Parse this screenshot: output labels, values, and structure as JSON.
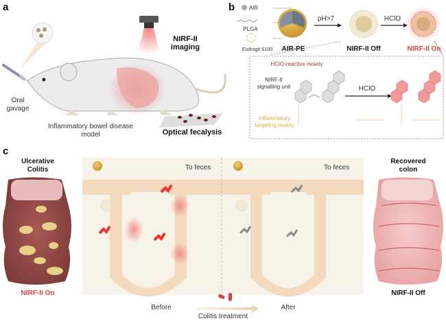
{
  "figure": {
    "panels": {
      "a": {
        "letter": "a",
        "labels": {
          "oral_gavage": "Oral gavage",
          "oral": "Oral",
          "gavage": "gavage",
          "nirf_imaging_1": "NIRF-II",
          "nirf_imaging_2": "imaging",
          "model_1": "Inflammatory bowel disease",
          "model_2": "model",
          "fecalysis": "Optical fecalysis"
        }
      },
      "b": {
        "letter": "b",
        "components": [
          "AIR",
          "PLGA",
          "Eudragit S100"
        ],
        "nanoparticle": "AIR-PE",
        "step1_condition": "pH>7",
        "state1": "NIRF-II Off",
        "step2_condition": "HClO",
        "state2": "NIRF-II On",
        "inset": {
          "reactive": "HClO-reactive moiety",
          "signal_1": "NIRF-II",
          "signal_2": "signalling unit",
          "targeting_1": "Inflammatory",
          "targeting_2": "targeting moiety",
          "arrow_label": "HClO"
        }
      },
      "c": {
        "letter": "c",
        "left_title_1": "Ulcerative",
        "left_title_2": "Colitis",
        "left_status": "NIRF-II On",
        "before_label": "Before",
        "after_label": "After",
        "to_feces_before": "To feces",
        "to_feces_after": "To feces",
        "treatment": "Colitis treatment",
        "right_title_1": "Recovered",
        "right_title_2": "colon",
        "right_status": "NIRF-II Off"
      }
    },
    "colors": {
      "on_red": "#e0404a",
      "reactive_red": "#b0343a",
      "targeting_orange": "#e6a93a",
      "tissue": "#f3d9bd",
      "lumen": "#f8f3e8",
      "colon_pink": "#e8a0a0",
      "colitis_dark": "#9a4a48"
    }
  }
}
